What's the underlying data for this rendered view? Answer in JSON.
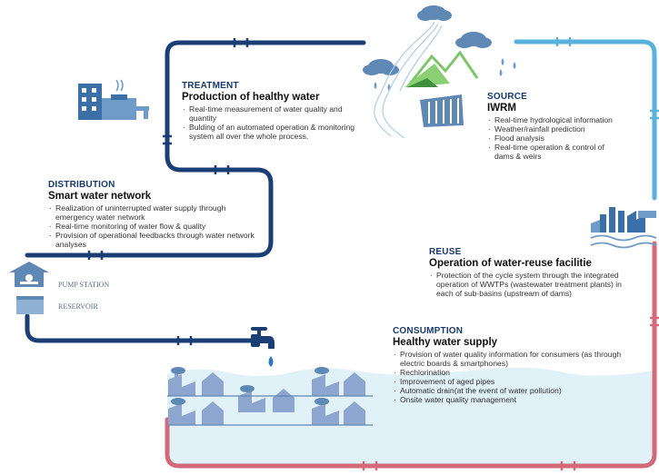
{
  "treatment": {
    "label": "TREATMENT",
    "title": "Production of healthy water",
    "items": [
      "Real-time measurement of water quality and quantity",
      "Bulding of an automated operation & monitoring system all over the whole process."
    ]
  },
  "source": {
    "label": "SOURCE",
    "title": "IWRM",
    "items": [
      "Real-time hydrological information",
      "Weather/rainfall prediction",
      "Flood analysis",
      "Real-time operation & control of dams & weirs"
    ]
  },
  "distribution": {
    "label": "DISTRIBUTION",
    "title": "Smart water network",
    "items": [
      "Realization of uninterrupted water supply through emergency water network",
      "Real-time monitoring of water flow & quality",
      "Provision of operational feedbacks through water network analyses"
    ]
  },
  "reuse": {
    "label": "REUSE",
    "title": "Operation of water-reuse facilitie",
    "items": [
      "Protection of the cycle system through the integrated operation of WWTPs (wastewater treatment plants) in each of sub-basins (upstream of dams)"
    ]
  },
  "consumption": {
    "label": "CONSUMPTION",
    "title": "Healthy water supply",
    "items": [
      "Provision of water quality information for consumers (as through electric boards & smartphones)",
      "Rechlorination",
      "Improvement of aged pipes",
      "Automatic drain(at the event of water pollution)",
      "Onsite water quality management"
    ]
  },
  "facilities": {
    "pump_station": "PUMP STATION",
    "reservoir": "RESERVOIR"
  },
  "colors": {
    "navy_pipe": "#1b3f74",
    "blue_pipe": "#5ab0dc",
    "red_pipe": "#d36a7a",
    "water": "#dff0f8"
  }
}
